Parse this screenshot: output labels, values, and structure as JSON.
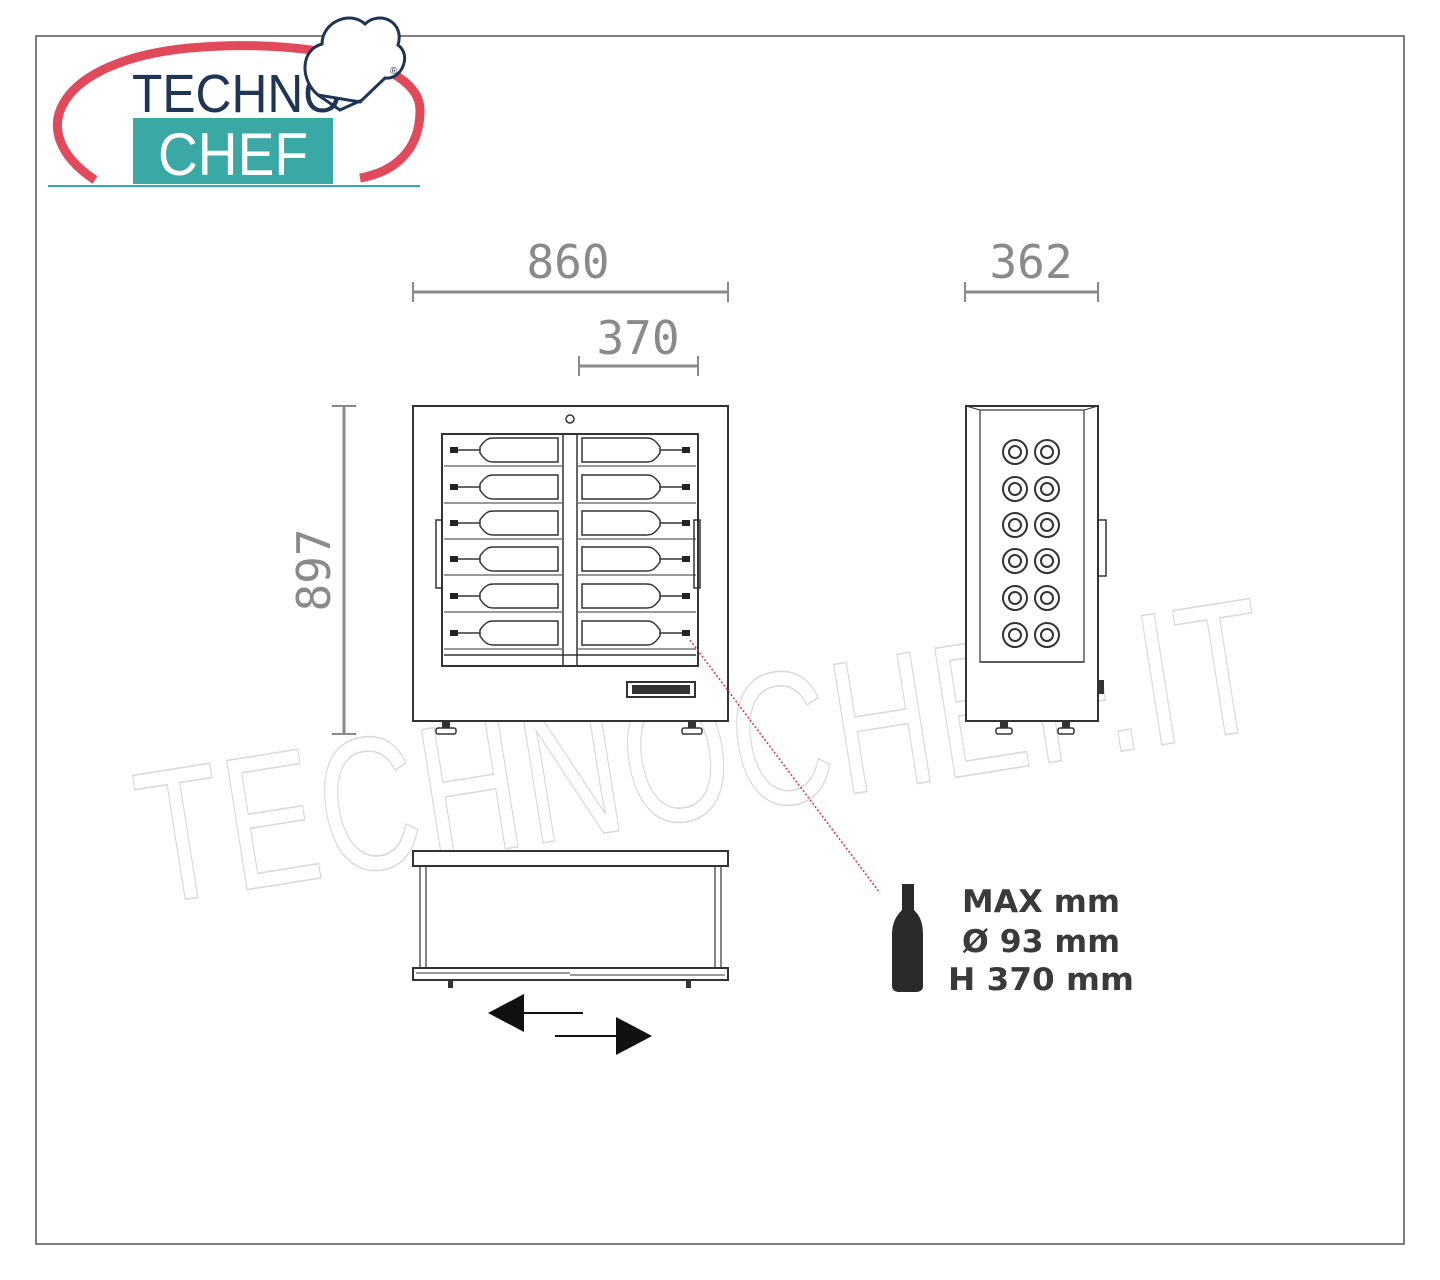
{
  "logo": {
    "line1": "TECHNO",
    "line2": "CHEF",
    "registered": "®",
    "colors": {
      "ring": "#e04a5a",
      "teal": "#3aa8a4",
      "navy": "#1e3556"
    }
  },
  "watermark": "TECHNOCHEF.IT",
  "dimensions": {
    "width": "860",
    "door_width": "370",
    "depth": "362",
    "height": "897"
  },
  "bottle_spec": {
    "line1": "MAX mm",
    "line2": "Ø 93 mm",
    "line3": "H 370 mm"
  },
  "icons": [
    "bottle-icon",
    "slide-left-arrow-icon",
    "slide-right-arrow-icon",
    "chef-hat-icon"
  ]
}
